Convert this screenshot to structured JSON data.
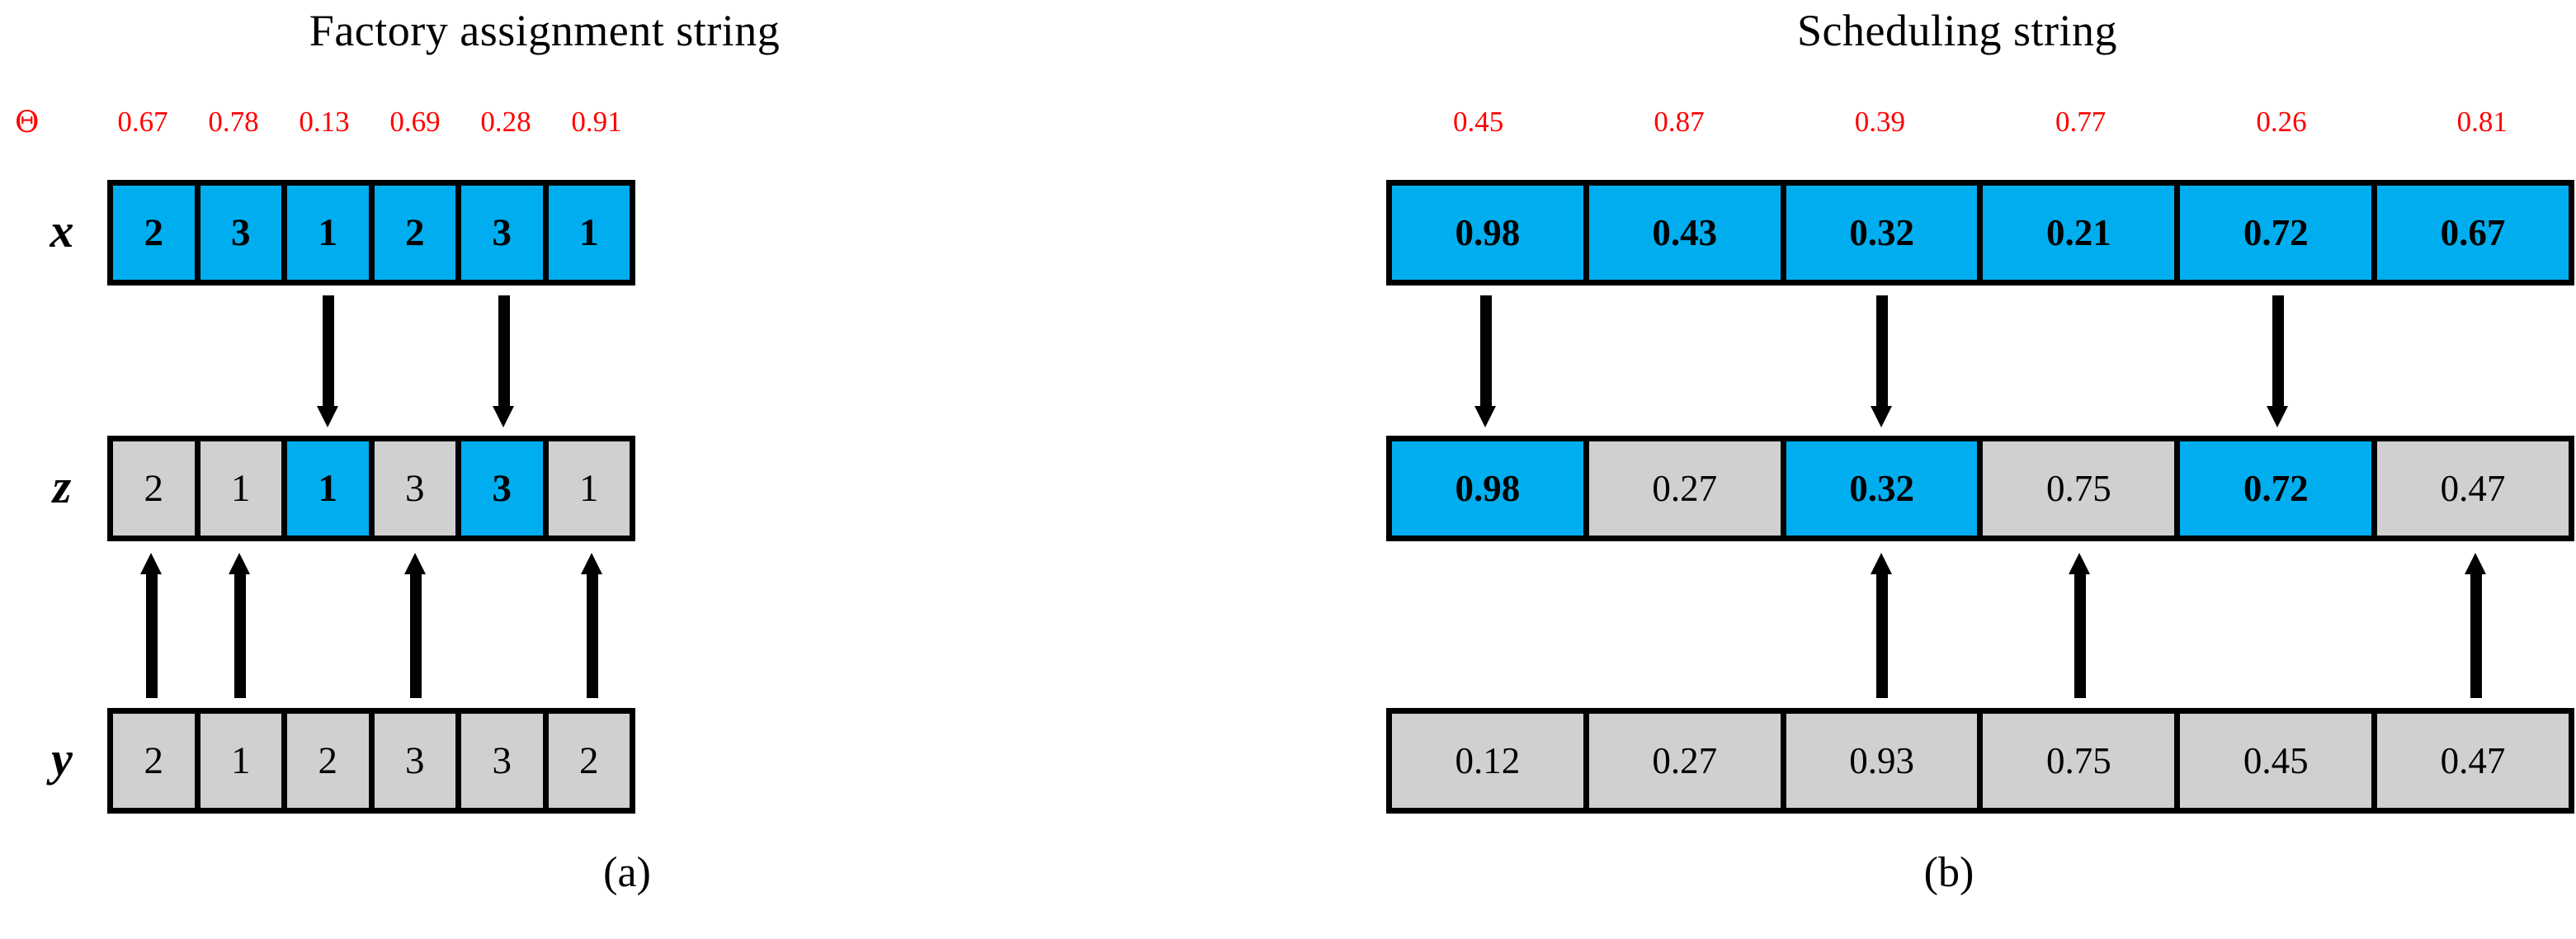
{
  "figure": {
    "panels": [
      {
        "id": "a",
        "title": "Factory assignment string",
        "caption": "(a)",
        "theta_symbol": "Θ",
        "theta_values": [
          "0.67",
          "0.78",
          "0.13",
          "0.69",
          "0.28",
          "0.91"
        ],
        "rows": [
          {
            "label": "x",
            "cells": [
              {
                "value": "2",
                "style": "blue"
              },
              {
                "value": "3",
                "style": "blue"
              },
              {
                "value": "1",
                "style": "blue"
              },
              {
                "value": "2",
                "style": "blue"
              },
              {
                "value": "3",
                "style": "blue"
              },
              {
                "value": "1",
                "style": "blue"
              }
            ]
          },
          {
            "label": "z",
            "cells": [
              {
                "value": "2",
                "style": "gray"
              },
              {
                "value": "1",
                "style": "gray"
              },
              {
                "value": "1",
                "style": "blue"
              },
              {
                "value": "3",
                "style": "gray"
              },
              {
                "value": "3",
                "style": "blue"
              },
              {
                "value": "1",
                "style": "gray"
              }
            ]
          },
          {
            "label": "y",
            "cells": [
              {
                "value": "2",
                "style": "gray"
              },
              {
                "value": "1",
                "style": "gray"
              },
              {
                "value": "2",
                "style": "gray"
              },
              {
                "value": "3",
                "style": "gray"
              },
              {
                "value": "3",
                "style": "gray"
              },
              {
                "value": "2",
                "style": "gray"
              }
            ]
          }
        ],
        "arrows_down_from_x_to_z": [
          2,
          4
        ],
        "arrows_up_from_y_to_z": [
          0,
          1,
          3,
          5
        ]
      },
      {
        "id": "b",
        "title": "Scheduling string",
        "caption": "(b)",
        "theta_symbol": "",
        "theta_values": [
          "0.45",
          "0.87",
          "0.39",
          "0.77",
          "0.26",
          "0.81"
        ],
        "rows": [
          {
            "label": "x",
            "cells": [
              {
                "value": "0.98",
                "style": "blue"
              },
              {
                "value": "0.43",
                "style": "blue"
              },
              {
                "value": "0.32",
                "style": "blue"
              },
              {
                "value": "0.21",
                "style": "blue"
              },
              {
                "value": "0.72",
                "style": "blue"
              },
              {
                "value": "0.67",
                "style": "blue"
              }
            ]
          },
          {
            "label": "z",
            "cells": [
              {
                "value": "0.98",
                "style": "blue"
              },
              {
                "value": "0.27",
                "style": "gray"
              },
              {
                "value": "0.32",
                "style": "blue"
              },
              {
                "value": "0.75",
                "style": "gray"
              },
              {
                "value": "0.72",
                "style": "blue"
              },
              {
                "value": "0.47",
                "style": "gray"
              }
            ]
          },
          {
            "label": "y",
            "cells": [
              {
                "value": "0.12",
                "style": "gray"
              },
              {
                "value": "0.27",
                "style": "gray"
              },
              {
                "value": "0.93",
                "style": "gray"
              },
              {
                "value": "0.75",
                "style": "gray"
              },
              {
                "value": "0.45",
                "style": "gray"
              },
              {
                "value": "0.47",
                "style": "gray"
              }
            ]
          }
        ],
        "arrows_down_from_x_to_z": [
          0,
          2,
          4
        ],
        "arrows_up_from_y_to_z": [
          2,
          3,
          5
        ]
      }
    ],
    "colors": {
      "blue": "#00aeef",
      "gray": "#d0d0d0",
      "red": "#ff0000",
      "black": "#000000",
      "background": "#ffffff"
    }
  }
}
